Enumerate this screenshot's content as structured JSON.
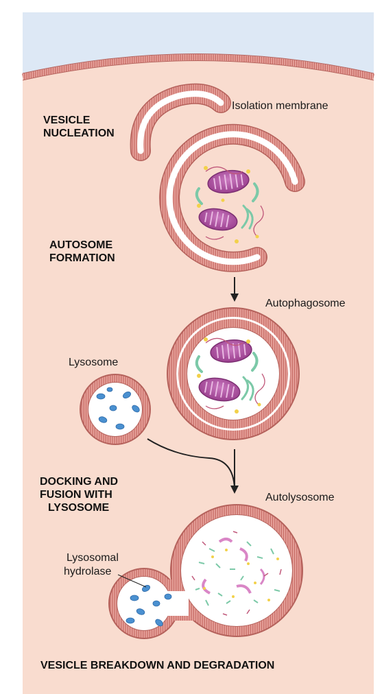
{
  "stages": {
    "nucleation_line1": "VESICLE",
    "nucleation_line2": "NUCLEATION",
    "formation_line1": "AUTOSOME",
    "formation_line2": "FORMATION",
    "docking_line1": "DOCKING AND",
    "docking_line2": "FUSION WITH",
    "docking_line3": "LYSOSOME",
    "breakdown": "VESICLE BREAKDOWN AND DEGRADATION"
  },
  "labels": {
    "isolation_membrane": "Isolation membrane",
    "autophagosome": "Autophagosome",
    "lysosome": "Lysosome",
    "autolysosome": "Autolysosome",
    "hydrolase_line1": "Lysosomal",
    "hydrolase_line2": "hydrolase"
  },
  "colors": {
    "cytoplasm": "#f9dccf",
    "extracellular": "#dde8f5",
    "membrane": "#d98c86",
    "lumen": "#ffffff",
    "mitochondria": "#b45aa8",
    "hydrolase": "#4a90d0",
    "er_fragment": "#7cc9a8",
    "granule": "#f2d14a"
  }
}
